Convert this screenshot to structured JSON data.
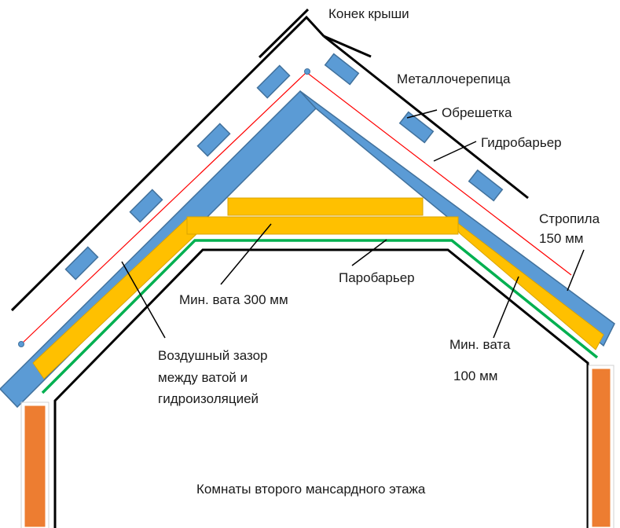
{
  "labels": {
    "ridge": "Конек крыши",
    "metal_tile": "Металлочерепица",
    "battens": "Обрешетка",
    "hydro_barrier": "Гидробарьер",
    "rafters_line1": "Стропила",
    "rafters_line2": "150 мм",
    "mineral_wool_300": "Мин. вата 300 мм",
    "vapor_barrier": "Паробарьер",
    "mineral_wool_line1": "Мин. вата",
    "mineral_wool_line2": "100 мм",
    "air_gap_line1": "Воздушный зазор",
    "air_gap_line2": "между ватой и",
    "air_gap_line3": "гидроизоляцией",
    "rooms": "Комнаты второго мансардного этажа"
  },
  "colors": {
    "rafter_blue": "#5b9bd5",
    "rafter_outline": "#41719c",
    "insulation_yellow": "#ffc000",
    "vapor_green": "#00b050",
    "membrane_red": "#ff0000",
    "wall_orange": "#ed7d31",
    "line_black": "#000000"
  }
}
